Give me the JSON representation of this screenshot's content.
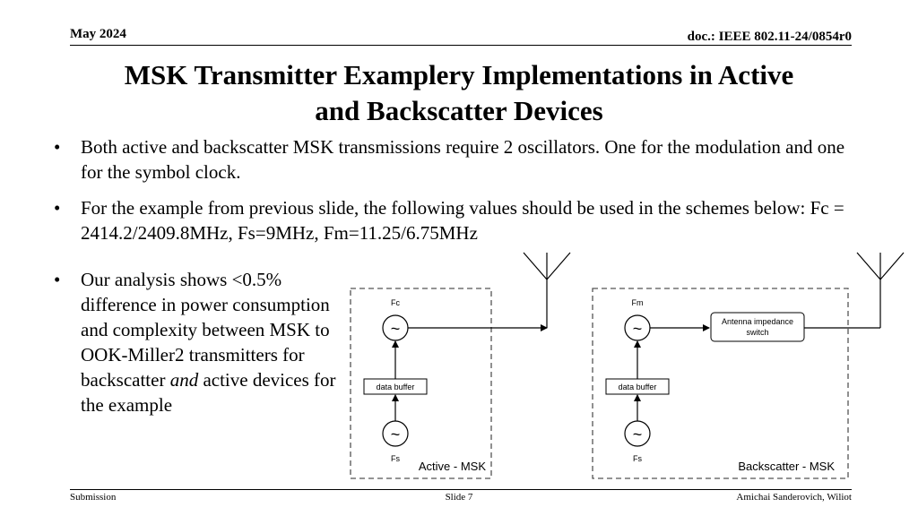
{
  "header": {
    "date": "May 2024",
    "doc_id": "doc.: IEEE 802.11-24/0854r0"
  },
  "title": {
    "line1": "MSK Transmitter Examplery Implementations in Active",
    "line2": "and Backscatter Devices"
  },
  "bullets": {
    "b1": "Both active and backscatter MSK transmissions require 2 oscillators. One for the modulation and one for the symbol clock.",
    "b2": "For the example from previous slide, the following values should be used in the schemes below: Fc = 2414.2/2409.8MHz, Fs=9MHz, Fm=11.25/6.75MHz",
    "b3_part1": "Our analysis shows <0.5% difference in power consumption and complexity between MSK to OOK-Miller2 transmitters for backscatter ",
    "b3_emph": "and",
    "b3_part2": " active devices for the example"
  },
  "diagram": {
    "active": {
      "top_osc_label": "Fc",
      "buffer_label": "data buffer",
      "bottom_osc_label": "Fs",
      "box_label": "Active - MSK"
    },
    "backscatter": {
      "top_osc_label": "Fm",
      "switch_label_1": "Antenna impedance",
      "switch_label_2": "switch",
      "buffer_label": "data buffer",
      "bottom_osc_label": "Fs",
      "box_label": "Backscatter - MSK"
    },
    "osc_glyph": "~"
  },
  "footer": {
    "left": "Submission",
    "center": "Slide 7",
    "right": "Amichai Sanderovich, Wiliot"
  }
}
